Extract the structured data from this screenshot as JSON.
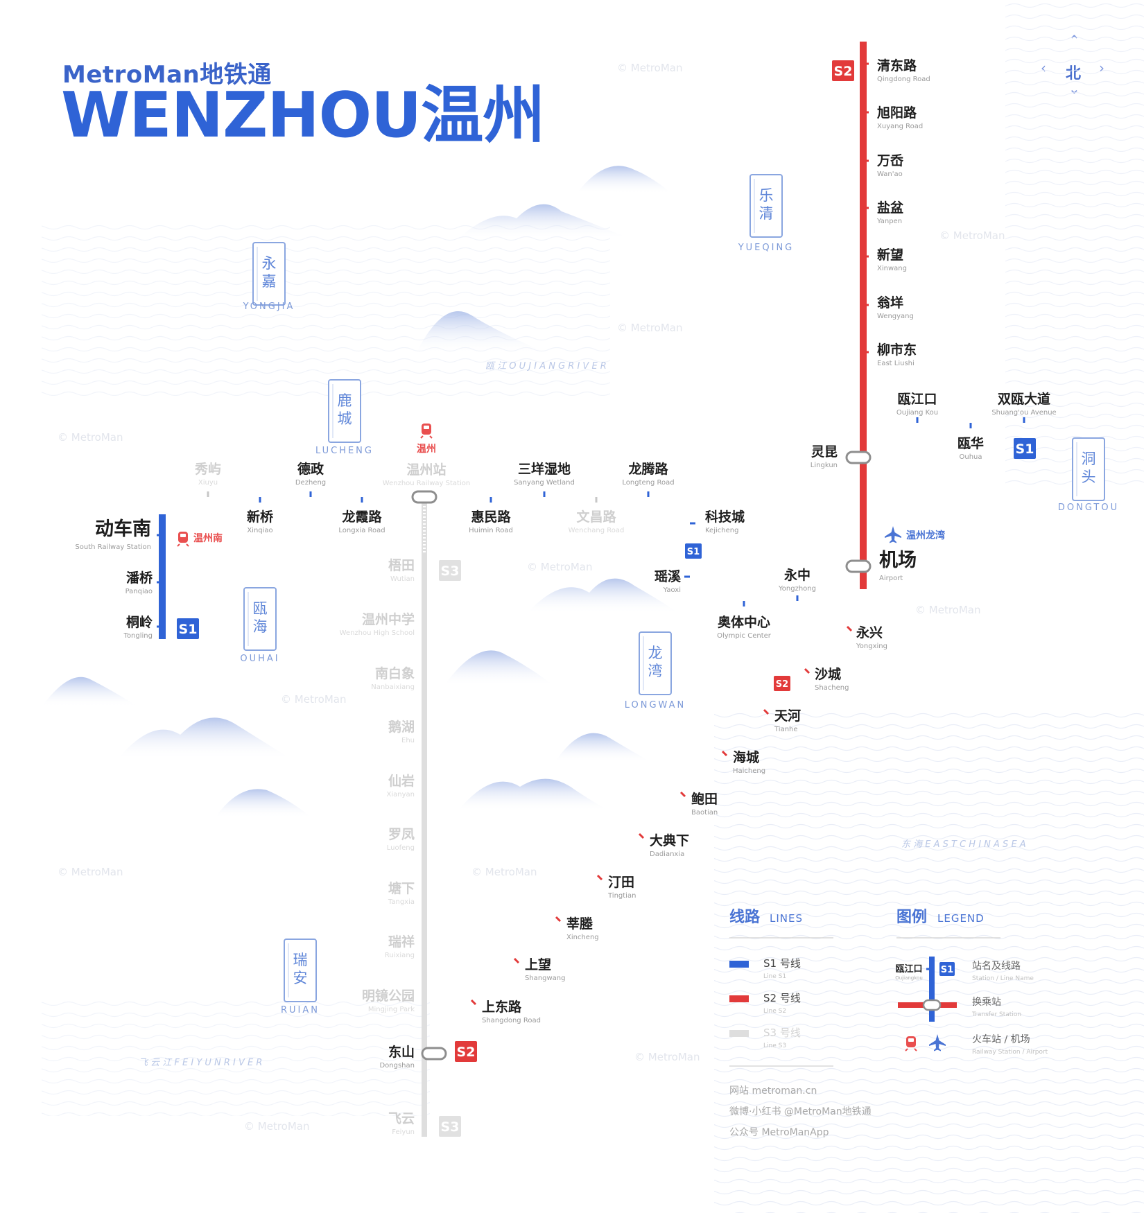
{
  "header": {
    "brand": "MetroMan地铁通",
    "city": "WENZHOU温州",
    "north": "北"
  },
  "watermark": "© MetroMan",
  "colors": {
    "s1": "#2f63d6",
    "s2": "#e23a3a",
    "s3": "#dedede",
    "district": "#5f86d8",
    "ghost": "#c7c7c7"
  },
  "districts": [
    {
      "id": "yongjia",
      "zh": [
        "永",
        "嘉"
      ],
      "en": "YONGJIA"
    },
    {
      "id": "yueqing",
      "zh": [
        "乐",
        "清"
      ],
      "en": "YUEQING"
    },
    {
      "id": "lucheng",
      "zh": [
        "鹿",
        "城"
      ],
      "en": "LUCHENG"
    },
    {
      "id": "dongtou",
      "zh": [
        "洞",
        "头"
      ],
      "en": "DONGTOU"
    },
    {
      "id": "ouhai",
      "zh": [
        "瓯",
        "海"
      ],
      "en": "OUHAI"
    },
    {
      "id": "longwan",
      "zh": [
        "龙",
        "湾"
      ],
      "en": "LONGWAN"
    },
    {
      "id": "ruian",
      "zh": [
        "瑞",
        "安"
      ],
      "en": "RUIAN"
    }
  ],
  "rivers": [
    {
      "id": "oujiang",
      "text": "瓯 江   O U J I A N G   R I V E R"
    },
    {
      "id": "feiyun",
      "text": "飞 云 江   F E I Y U N   R I V E R"
    },
    {
      "id": "donghai",
      "text": "东 海   E A S T   C H I N A   S E A"
    }
  ],
  "lines": {
    "s1": {
      "badge": "S1"
    },
    "s2": {
      "badge": "S2"
    },
    "s3": {
      "badge": "S3"
    }
  },
  "stations": [
    {
      "id": "tongling",
      "zh": "桐岭",
      "en": "Tongling"
    },
    {
      "id": "panqiao",
      "zh": "潘桥",
      "en": "Panqiao"
    },
    {
      "id": "dongchenan",
      "zh": "动车南",
      "en": "South Railway Station"
    },
    {
      "id": "xiuyu",
      "zh": "秀屿",
      "en": "Xiuyu"
    },
    {
      "id": "xinqiao",
      "zh": "新桥",
      "en": "Xinqiao"
    },
    {
      "id": "dezheng",
      "zh": "德政",
      "en": "Dezheng"
    },
    {
      "id": "longxia",
      "zh": "龙霞路",
      "en": "Longxia Road"
    },
    {
      "id": "wenzhouzhan",
      "zh": "温州站",
      "en": "Wenzhou Railway Station"
    },
    {
      "id": "huimin",
      "zh": "惠民路",
      "en": "Huimin Road"
    },
    {
      "id": "sanyang",
      "zh": "三垟湿地",
      "en": "Sanyang Wetland"
    },
    {
      "id": "wenchang",
      "zh": "文昌路",
      "en": "Wenchang Road"
    },
    {
      "id": "longteng",
      "zh": "龙腾路",
      "en": "Longteng Road"
    },
    {
      "id": "kejicheng",
      "zh": "科技城",
      "en": "Kejicheng"
    },
    {
      "id": "yaoxi",
      "zh": "瑶溪",
      "en": "Yaoxi"
    },
    {
      "id": "aoti",
      "zh": "奥体中心",
      "en": "Olympic Center"
    },
    {
      "id": "yongzhong",
      "zh": "永中",
      "en": "Yongzhong"
    },
    {
      "id": "jichang",
      "zh": "机场",
      "en": "Airport"
    },
    {
      "id": "lingkun",
      "zh": "灵昆",
      "en": "Lingkun"
    },
    {
      "id": "oujiangkou",
      "zh": "瓯江口",
      "en": "Oujiang Kou"
    },
    {
      "id": "ouhua",
      "zh": "瓯华",
      "en": "Ouhua"
    },
    {
      "id": "shuangou",
      "zh": "双瓯大道",
      "en": "Shuang'ou Avenue"
    },
    {
      "id": "qingdong",
      "zh": "清东路",
      "en": "Qingdong Road"
    },
    {
      "id": "xuyang",
      "zh": "旭阳路",
      "en": "Xuyang Road"
    },
    {
      "id": "wanao",
      "zh": "万岙",
      "en": "Wan'ao"
    },
    {
      "id": "yanpen",
      "zh": "盐盆",
      "en": "Yanpen"
    },
    {
      "id": "xinwang",
      "zh": "新望",
      "en": "Xinwang"
    },
    {
      "id": "wengyang",
      "zh": "翁垟",
      "en": "Wengyang"
    },
    {
      "id": "liushidong",
      "zh": "柳市东",
      "en": "East Liushi"
    },
    {
      "id": "yongxing",
      "zh": "永兴",
      "en": "Yongxing"
    },
    {
      "id": "shacheng",
      "zh": "沙城",
      "en": "Shacheng"
    },
    {
      "id": "tianhe",
      "zh": "天河",
      "en": "Tianhe"
    },
    {
      "id": "haicheng",
      "zh": "海城",
      "en": "Haicheng"
    },
    {
      "id": "baotian",
      "zh": "鲍田",
      "en": "Baotian"
    },
    {
      "id": "dadianxia",
      "zh": "大典下",
      "en": "Dadianxia"
    },
    {
      "id": "tingtian",
      "zh": "汀田",
      "en": "Tingtian"
    },
    {
      "id": "xincheng",
      "zh": "莘塍",
      "en": "Xincheng"
    },
    {
      "id": "shangwang",
      "zh": "上望",
      "en": "Shangwang"
    },
    {
      "id": "shangdong",
      "zh": "上东路",
      "en": "Shangdong Road"
    },
    {
      "id": "dongshan",
      "zh": "东山",
      "en": "Dongshan"
    },
    {
      "id": "wutian",
      "zh": "梧田",
      "en": "Wutian"
    },
    {
      "id": "wzhs",
      "zh": "温州中学",
      "en": "Wenzhou High School"
    },
    {
      "id": "nanbaixiang",
      "zh": "南白象",
      "en": "Nanbaixiang"
    },
    {
      "id": "ehu",
      "zh": "鹅湖",
      "en": "Ehu"
    },
    {
      "id": "xianyan",
      "zh": "仙岩",
      "en": "Xianyan"
    },
    {
      "id": "luofeng",
      "zh": "罗凤",
      "en": "Luofeng"
    },
    {
      "id": "tangxia",
      "zh": "塘下",
      "en": "Tangxia"
    },
    {
      "id": "ruixiang",
      "zh": "瑞祥",
      "en": "Ruixiang"
    },
    {
      "id": "mingjing",
      "zh": "明镜公园",
      "en": "Mingjing Park"
    },
    {
      "id": "feiyun",
      "zh": "飞云",
      "en": "Feiyun"
    }
  ],
  "pois": {
    "wenzhou_station": "温州",
    "wenzhou_south": "温州南",
    "airport": "温州龙湾"
  },
  "legend": {
    "lines_title_zh": "线路",
    "lines_title_en": "LINES",
    "legend_title_zh": "图例",
    "legend_title_en": "LEGEND",
    "line_items": [
      {
        "id": "s1",
        "zh": "S1 号线",
        "en": "Line S1"
      },
      {
        "id": "s2",
        "zh": "S2 号线",
        "en": "Line S2"
      },
      {
        "id": "s3",
        "zh": "S3 号线",
        "en": "Line S3"
      }
    ],
    "sample_station_zh": "瓯江口",
    "sample_station_en": "Oujiangkou",
    "sample_badge": "S1",
    "station_line_zh": "站名及线路",
    "station_line_en": "Station  /  Line Name",
    "transfer_zh": "换乘站",
    "transfer_en": "Transfer Station",
    "rail_air_zh": "火车站 / 机场",
    "rail_air_en": "Railway Station  /  Airport"
  },
  "footer": {
    "website": "网站   metroman.cn",
    "weibo": "微博·小红书   @MetroMan地铁通",
    "wechat": "公众号   MetroManApp"
  }
}
